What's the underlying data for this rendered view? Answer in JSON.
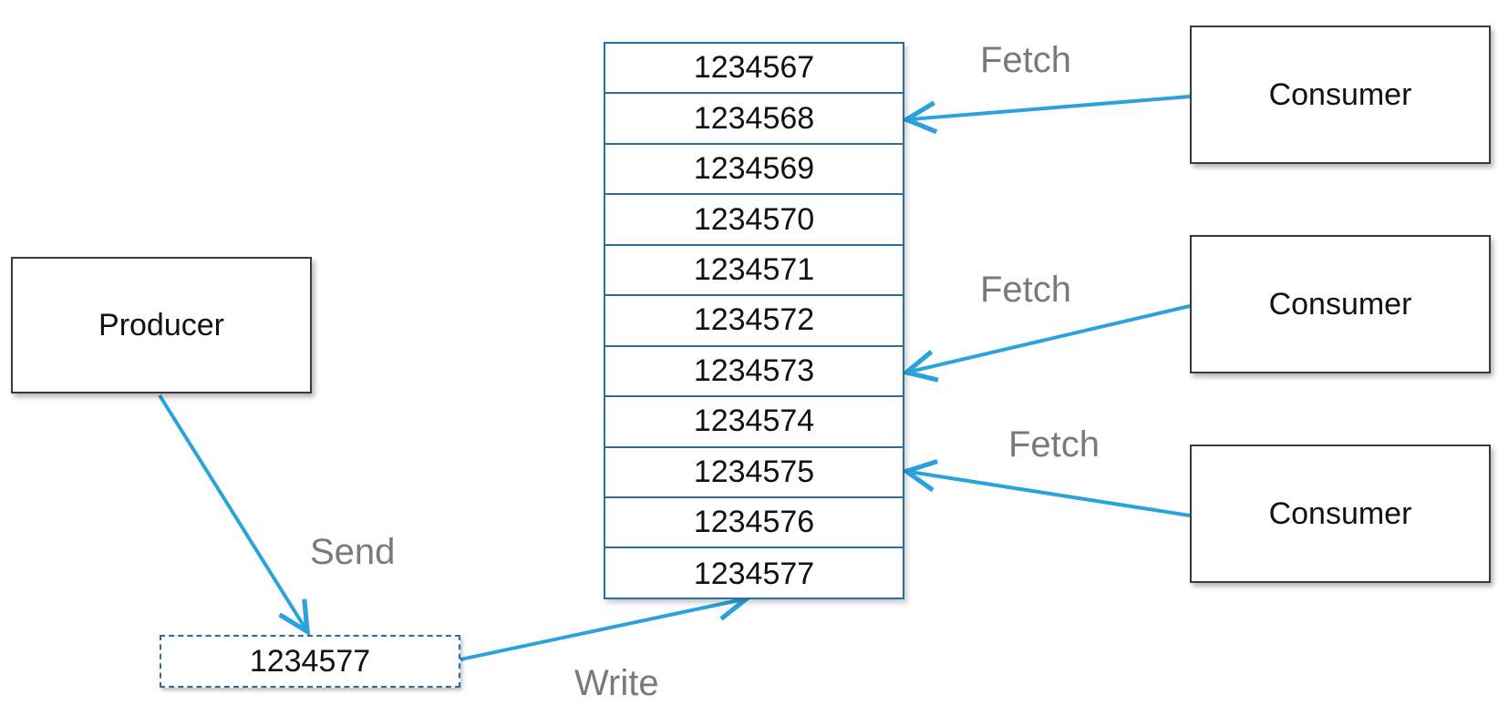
{
  "producer": {
    "label": "Producer"
  },
  "consumers": [
    {
      "label": "Consumer",
      "fetch_label": "Fetch",
      "fetches_offset": "1234568"
    },
    {
      "label": "Consumer",
      "fetch_label": "Fetch",
      "fetches_offset": "1234573"
    },
    {
      "label": "Consumer",
      "fetch_label": "Fetch",
      "fetches_offset": "1234575"
    }
  ],
  "log": {
    "entries": [
      "1234567",
      "1234568",
      "1234569",
      "1234570",
      "1234571",
      "1234572",
      "1234573",
      "1234574",
      "1234575",
      "1234576",
      "1234577"
    ]
  },
  "message": {
    "value": "1234577"
  },
  "labels": {
    "send": "Send",
    "write": "Write"
  },
  "colors": {
    "arrow": "#2aa3dc",
    "log_border": "#2e6d9b",
    "label_text": "#7a7a7a"
  }
}
